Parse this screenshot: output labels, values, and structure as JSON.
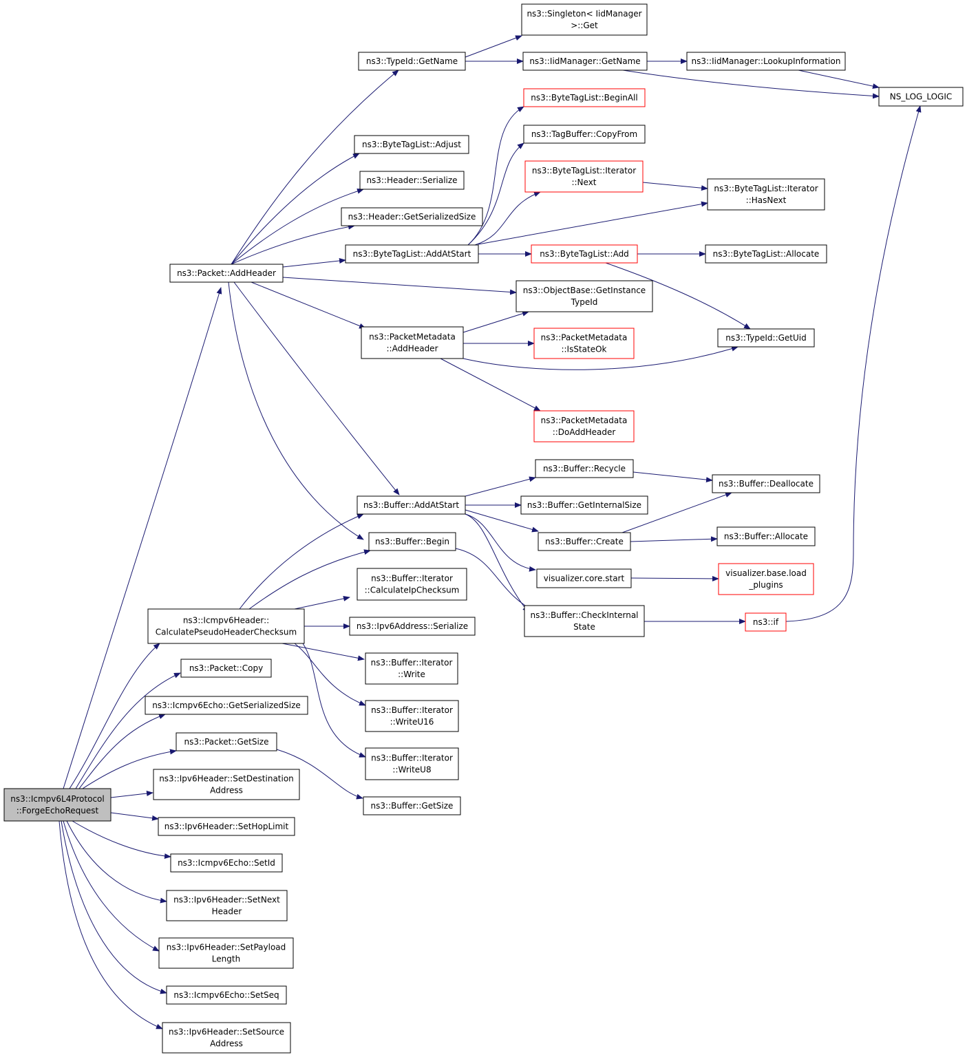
{
  "nodes": [
    {
      "id": "forge",
      "lines": [
        "ns3::Icmpv6L4Protocol",
        "::ForgeEchoRequest"
      ],
      "style": "root"
    },
    {
      "id": "addheader",
      "lines": [
        "ns3::Packet::AddHeader"
      ]
    },
    {
      "id": "calcpseudo",
      "lines": [
        "ns3::Icmpv6Header::",
        "CalculatePseudoHeaderChecksum"
      ]
    },
    {
      "id": "pcopy",
      "lines": [
        "ns3::Packet::Copy"
      ]
    },
    {
      "id": "echosersize",
      "lines": [
        "ns3::Icmpv6Echo::GetSerializedSize"
      ]
    },
    {
      "id": "pgetsize",
      "lines": [
        "ns3::Packet::GetSize"
      ]
    },
    {
      "id": "setdest",
      "lines": [
        "ns3::Ipv6Header::SetDestination",
        "Address"
      ]
    },
    {
      "id": "sethop",
      "lines": [
        "ns3::Ipv6Header::SetHopLimit"
      ]
    },
    {
      "id": "setid",
      "lines": [
        "ns3::Icmpv6Echo::SetId"
      ]
    },
    {
      "id": "setnext",
      "lines": [
        "ns3::Ipv6Header::SetNext",
        "Header"
      ]
    },
    {
      "id": "setpayload",
      "lines": [
        "ns3::Ipv6Header::SetPayload",
        "Length"
      ]
    },
    {
      "id": "setseq",
      "lines": [
        "ns3::Icmpv6Echo::SetSeq"
      ]
    },
    {
      "id": "setsource",
      "lines": [
        "ns3::Ipv6Header::SetSource",
        "Address"
      ]
    },
    {
      "id": "typegetname",
      "lines": [
        "ns3::TypeId::GetName"
      ]
    },
    {
      "id": "btladjust",
      "lines": [
        "ns3::ByteTagList::Adjust"
      ]
    },
    {
      "id": "hserialize",
      "lines": [
        "ns3::Header::Serialize"
      ]
    },
    {
      "id": "hgetsersize",
      "lines": [
        "ns3::Header::GetSerializedSize"
      ]
    },
    {
      "id": "btladdatstart",
      "lines": [
        "ns3::ByteTagList::AddAtStart"
      ]
    },
    {
      "id": "pmaddheader",
      "lines": [
        "ns3::PacketMetadata",
        "::AddHeader"
      ]
    },
    {
      "id": "bufaddatstart",
      "lines": [
        "ns3::Buffer::AddAtStart"
      ]
    },
    {
      "id": "bufbegin",
      "lines": [
        "ns3::Buffer::Begin"
      ]
    },
    {
      "id": "itercalc",
      "lines": [
        "ns3::Buffer::Iterator",
        "::CalculateIpChecksum"
      ]
    },
    {
      "id": "ipv6addrser",
      "lines": [
        "ns3::Ipv6Address::Serialize"
      ]
    },
    {
      "id": "iterwrite",
      "lines": [
        "ns3::Buffer::Iterator",
        "::Write"
      ]
    },
    {
      "id": "iterwriteu16",
      "lines": [
        "ns3::Buffer::Iterator",
        "::WriteU16"
      ]
    },
    {
      "id": "iterwriteu8",
      "lines": [
        "ns3::Buffer::Iterator",
        "::WriteU8"
      ]
    },
    {
      "id": "bufgetsize",
      "lines": [
        "ns3::Buffer::GetSize"
      ]
    },
    {
      "id": "singletonget",
      "lines": [
        "ns3::Singleton< IidManager",
        ">::Get"
      ]
    },
    {
      "id": "iidgetname",
      "lines": [
        "ns3::IidManager::GetName"
      ]
    },
    {
      "id": "iidlookup",
      "lines": [
        "ns3::IidManager::LookupInformation"
      ]
    },
    {
      "id": "nslog",
      "lines": [
        "NS_LOG_LOGIC"
      ]
    },
    {
      "id": "btlbeginall",
      "lines": [
        "ns3::ByteTagList::BeginAll"
      ],
      "style": "red"
    },
    {
      "id": "tbcopyfrom",
      "lines": [
        "ns3::TagBuffer::CopyFrom"
      ]
    },
    {
      "id": "btliternext",
      "lines": [
        "ns3::ByteTagList::Iterator",
        "::Next"
      ],
      "style": "red"
    },
    {
      "id": "btliterhasnext",
      "lines": [
        "ns3::ByteTagList::Iterator",
        "::HasNext"
      ]
    },
    {
      "id": "btladd",
      "lines": [
        "ns3::ByteTagList::Add"
      ],
      "style": "red"
    },
    {
      "id": "btlallocate",
      "lines": [
        "ns3::ByteTagList::Allocate"
      ]
    },
    {
      "id": "objgetinst",
      "lines": [
        "ns3::ObjectBase::GetInstance",
        "TypeId"
      ]
    },
    {
      "id": "typegetuid",
      "lines": [
        "ns3::TypeId::GetUid"
      ]
    },
    {
      "id": "pmisstateok",
      "lines": [
        "ns3::PacketMetadata",
        "::IsStateOk"
      ],
      "style": "red"
    },
    {
      "id": "pmdoaddheader",
      "lines": [
        "ns3::PacketMetadata",
        "::DoAddHeader"
      ],
      "style": "red"
    },
    {
      "id": "bufrecycle",
      "lines": [
        "ns3::Buffer::Recycle"
      ]
    },
    {
      "id": "bufdealloc",
      "lines": [
        "ns3::Buffer::Deallocate"
      ]
    },
    {
      "id": "bufgetinternal",
      "lines": [
        "ns3::Buffer::GetInternalSize"
      ]
    },
    {
      "id": "bufcreate",
      "lines": [
        "ns3::Buffer::Create"
      ]
    },
    {
      "id": "bufallocate",
      "lines": [
        "ns3::Buffer::Allocate"
      ]
    },
    {
      "id": "viscorestart",
      "lines": [
        "visualizer.core.start"
      ]
    },
    {
      "id": "visbaseload",
      "lines": [
        "visualizer.base.load",
        "_plugins"
      ],
      "style": "red"
    },
    {
      "id": "bufcheckint",
      "lines": [
        "ns3::Buffer::CheckInternal",
        "State"
      ]
    },
    {
      "id": "ns3if",
      "lines": [
        "ns3::if"
      ],
      "style": "red"
    }
  ]
}
